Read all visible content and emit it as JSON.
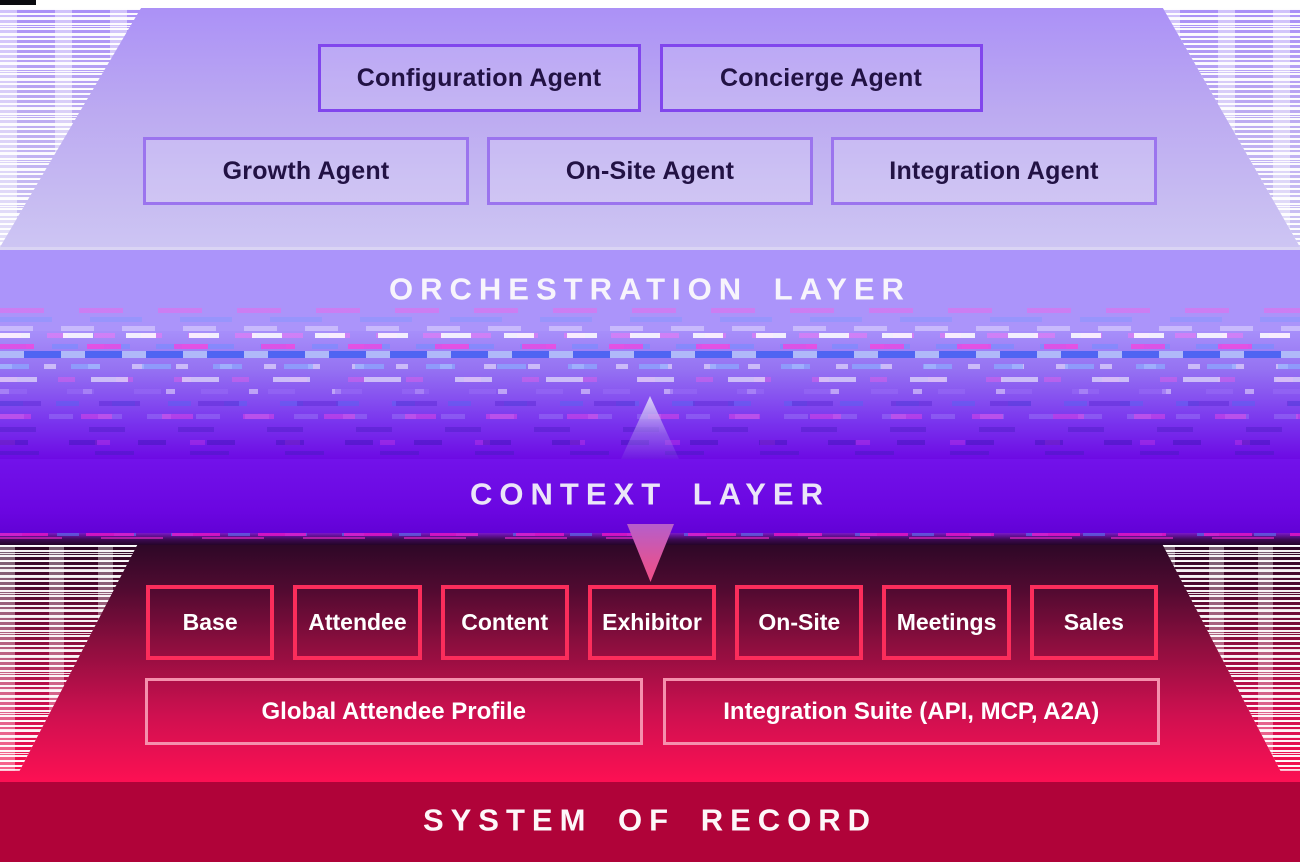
{
  "layers": {
    "orchestration": {
      "title": "ORCHESTRATION LAYER"
    },
    "context": {
      "title": "CONTEXT LAYER"
    },
    "system_of_record": {
      "title": "SYSTEM OF RECORD"
    }
  },
  "agents": {
    "row1": [
      "Configuration Agent",
      "Concierge Agent"
    ],
    "row2": [
      "Growth Agent",
      "On-Site Agent",
      "Integration Agent"
    ]
  },
  "modules": [
    "Base",
    "Attendee",
    "Content",
    "Exhibitor",
    "On-Site",
    "Meetings",
    "Sales"
  ],
  "wide_modules": [
    "Global Attendee Profile",
    "Integration Suite (API, MCP, A2A)"
  ],
  "icons": {
    "up_arrow": "arrow-up-icon",
    "down_arrow": "arrow-down-icon"
  },
  "colors": {
    "orchestration_band": "#ab94fa",
    "context_band": "#6b06e1",
    "system_band": "#b00339",
    "agent_border": "#8146ed",
    "module_border": "#fb2d5b",
    "wide_module_border": "#f590ad",
    "top_gradient_top": "#aa8ff7",
    "top_gradient_bottom": "#cdc5f3",
    "bottom_gradient_top": "#2e0827",
    "bottom_gradient_bottom": "#fd1053",
    "glitch_blue_band": "#5064f2"
  }
}
